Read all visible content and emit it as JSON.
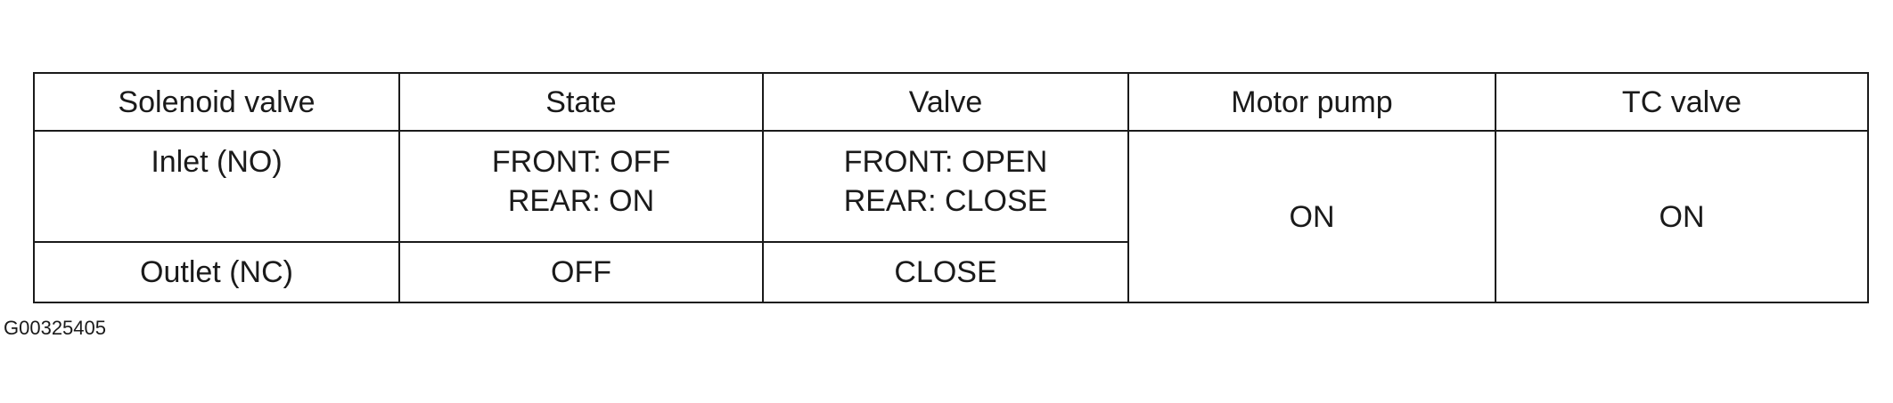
{
  "table": {
    "headers": [
      "Solenoid valve",
      "State",
      "Valve",
      "Motor pump",
      "TC valve"
    ],
    "rows": [
      {
        "solenoid": "Inlet (NO)",
        "state": [
          "FRONT: OFF",
          "REAR: ON"
        ],
        "valve": [
          "FRONT: OPEN",
          "REAR: CLOSE"
        ]
      },
      {
        "solenoid": "Outlet (NC)",
        "state": [
          "OFF"
        ],
        "valve": [
          "CLOSE"
        ]
      }
    ],
    "motor_pump": "ON",
    "tc_valve": "ON"
  },
  "figure_id": "G00325405"
}
